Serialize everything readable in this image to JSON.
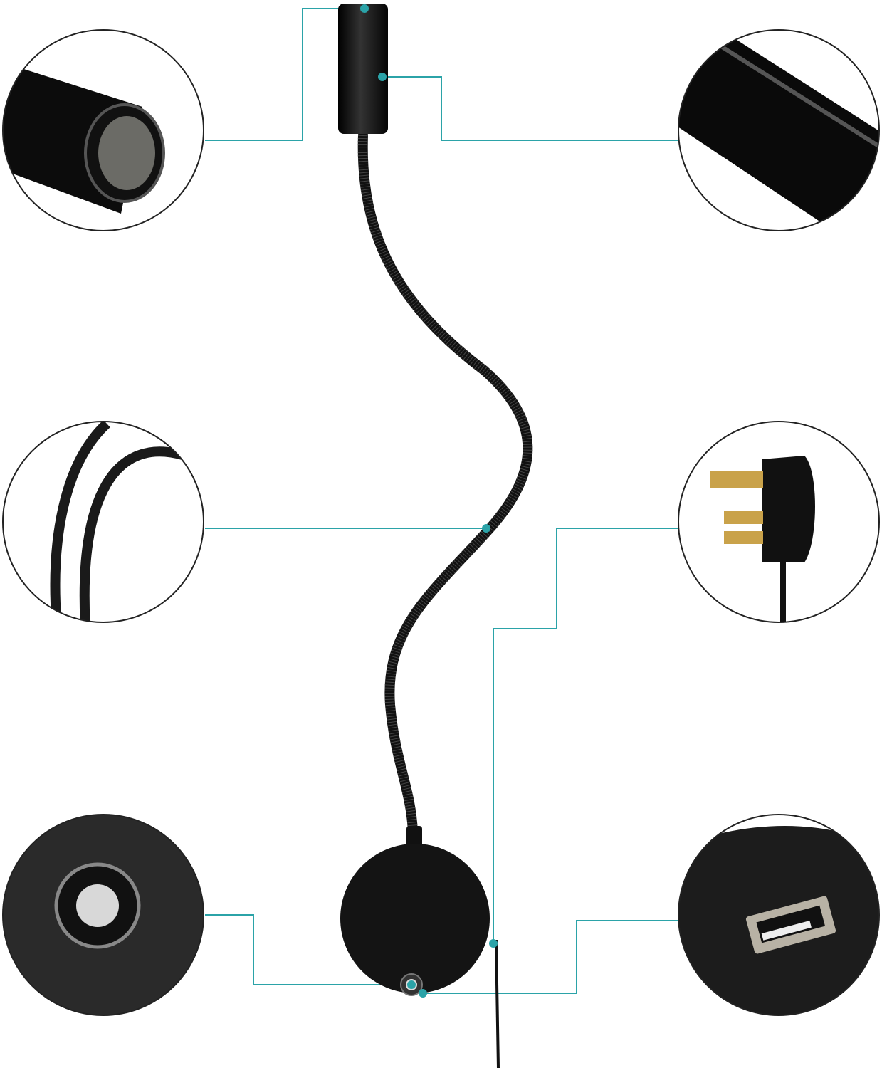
{
  "colors": {
    "callout_line": "#2ba3a8",
    "lamp_body": "#111111",
    "background": "#ffffff",
    "plug_pins": "#c9a24a"
  },
  "callouts": [
    {
      "name": "lamp-head-lens-detail",
      "icon": "lens-icon"
    },
    {
      "name": "lamp-head-body-detail",
      "icon": "cylinder-icon"
    },
    {
      "name": "gooseneck-detail",
      "icon": "flex-arm-icon"
    },
    {
      "name": "plug-detail",
      "icon": "uk-plug-icon"
    },
    {
      "name": "switch-button-detail",
      "icon": "push-button-icon"
    },
    {
      "name": "usb-port-detail",
      "icon": "usb-port-icon"
    }
  ]
}
